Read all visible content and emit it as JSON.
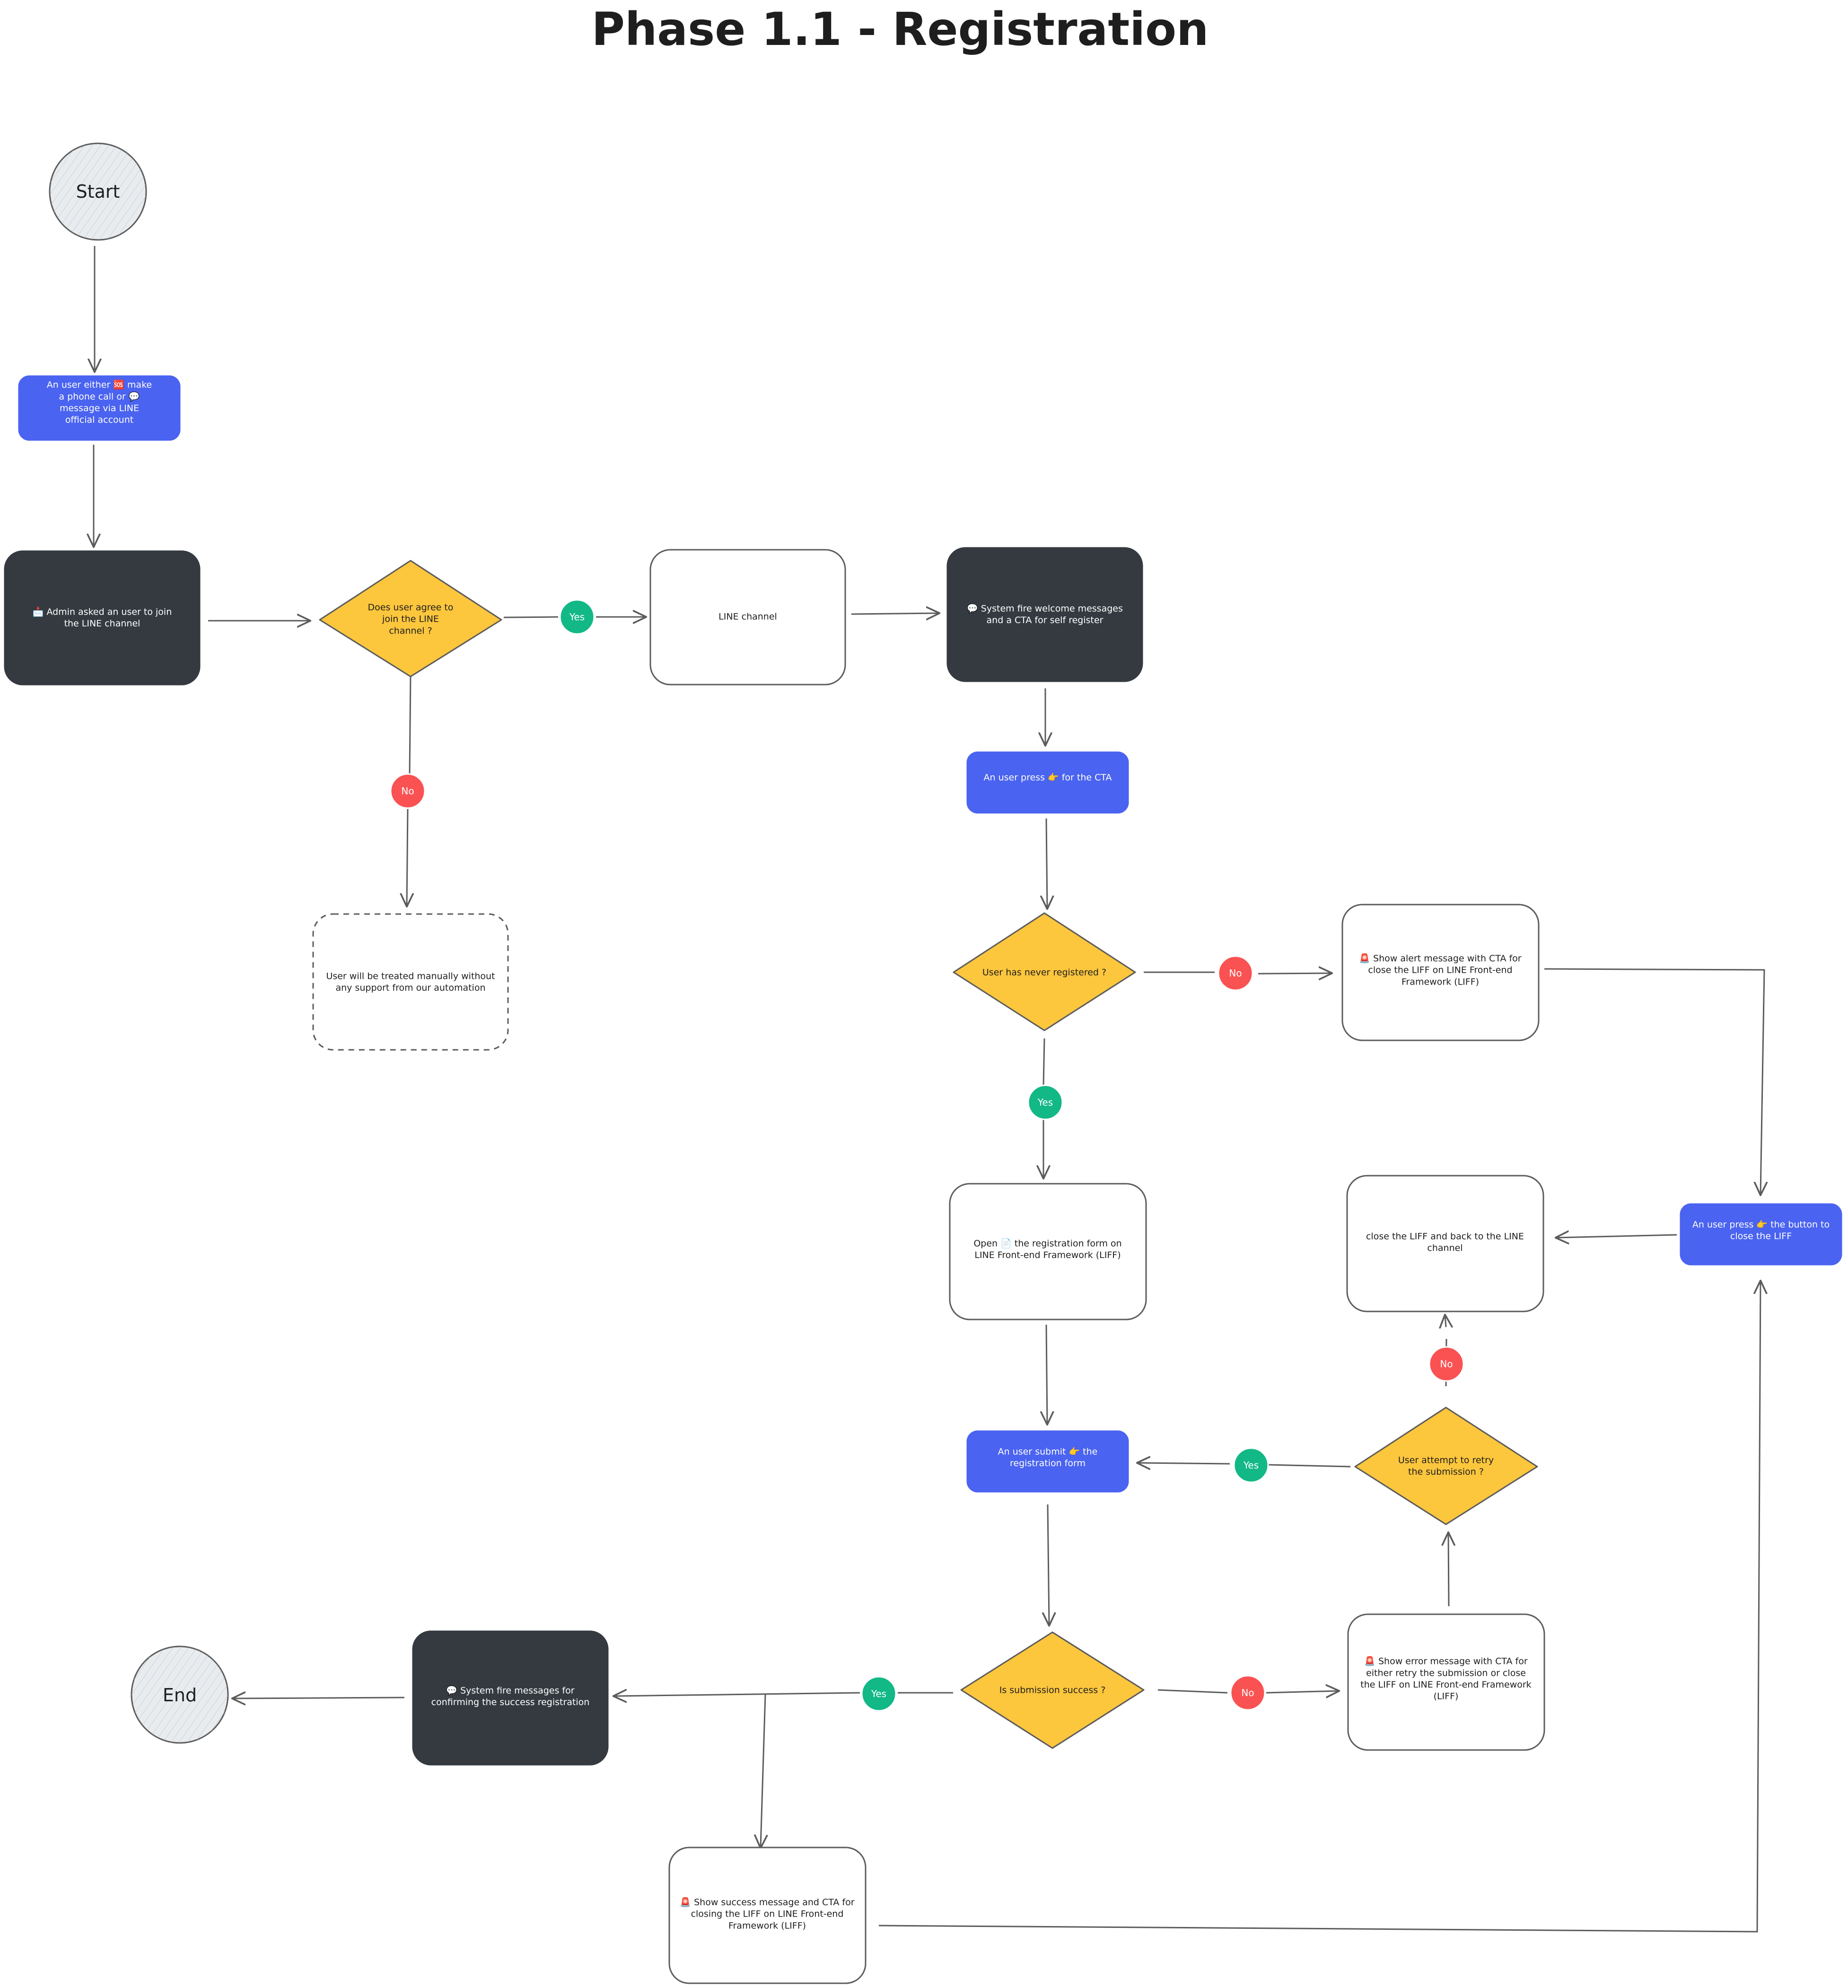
{
  "title": "Phase 1.1 - Registration",
  "colors": {
    "blue": "#4a63f0",
    "dark": "#343a40",
    "yellow": "#fcc63d",
    "green": "#12b886",
    "red": "#fa5252",
    "white": "#ffffff",
    "stroke": "#5c5c5c",
    "gray_fill": "#e9ecef"
  },
  "nodes": {
    "start": "Start",
    "end": "End",
    "user_contact": "An user either 🆘 make a phone call or 💬 message via LINE official account",
    "admin_ask": "📩 Admin asked an user to join the LINE channel",
    "agree_decision": "Does user agree to join the LINE channel ?",
    "line_channel": "LINE channel",
    "welcome": "💬 System fire welcome messages and a CTA for self register",
    "manual": "User will be treated manually without any support from our automation",
    "press_cta": "An user press 👉 for the CTA",
    "never_registered": "User has never registered ?",
    "alert_msg": "🚨 Show alert message with CTA for close the LIFF on LINE Front-end Framework (LIFF)",
    "open_form": "Open 📄 the registration form on LINE Front-end Framework (LIFF)",
    "close_liff": "close the LIFF and back to the LINE channel",
    "press_close": "An user press 👉 the button to close the LIFF",
    "submit_form": "An user submit 👉 the registration form",
    "retry_decision": "User attempt to retry the submission ?",
    "success_decision": "Is submission success ?",
    "error_msg": "🚨 Show error message with CTA for either retry the submission or close the LIFF on LINE Front-end Framework (LIFF)",
    "confirm_msg": "💬 System fire messages for confirming the success registration",
    "success_msg": "🚨 Show success message and CTA for closing the LIFF on LINE Front-end Framework (LIFF)"
  },
  "badges": {
    "yes": "Yes",
    "no": "No"
  }
}
